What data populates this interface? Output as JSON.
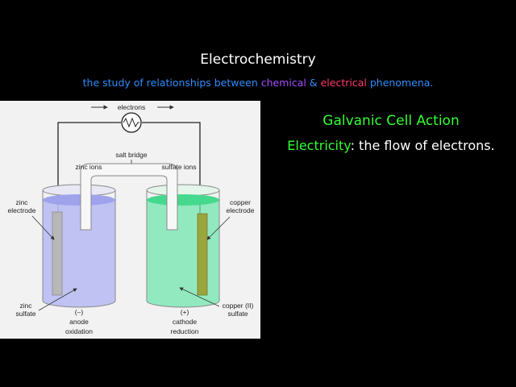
{
  "title": "Electrochemistry",
  "subtitle": {
    "part1": "the study of relationships between ",
    "chemical": "chemical",
    "amp": " & ",
    "electrical": "electrical",
    "part2": " phenomena."
  },
  "heading": "Galvanic Cell Action",
  "definition": {
    "term": "Electricity",
    "rest": ": the flow of electrons."
  },
  "diagram": {
    "electrons": "electrons",
    "salt_bridge": "salt bridge",
    "zinc_ions": "zinc ions",
    "sulfate_ions": "sulfate ions",
    "zinc_electrode_1": "zinc",
    "zinc_electrode_2": "electrode",
    "copper_electrode_1": "copper",
    "copper_electrode_2": "electrode",
    "zinc_sulfate_1": "zinc",
    "zinc_sulfate_2": "sulfate",
    "copper_sulfate_1": "copper (II)",
    "copper_sulfate_2": "sulfate",
    "anode_sign": "(–)",
    "anode_1": "anode",
    "anode_2": "oxidation",
    "cathode_sign": "(+)",
    "cathode_1": "cathode",
    "cathode_2": "reduction"
  },
  "colors": {
    "subtitle_blue": "#2f8cff",
    "chemical": "#a64dff",
    "electrical": "#ff3b6b",
    "heading_green": "#33ff33",
    "term_green": "#33ff33",
    "zinc_solution": "#b9bdf2",
    "copper_solution": "#72e6ad"
  }
}
